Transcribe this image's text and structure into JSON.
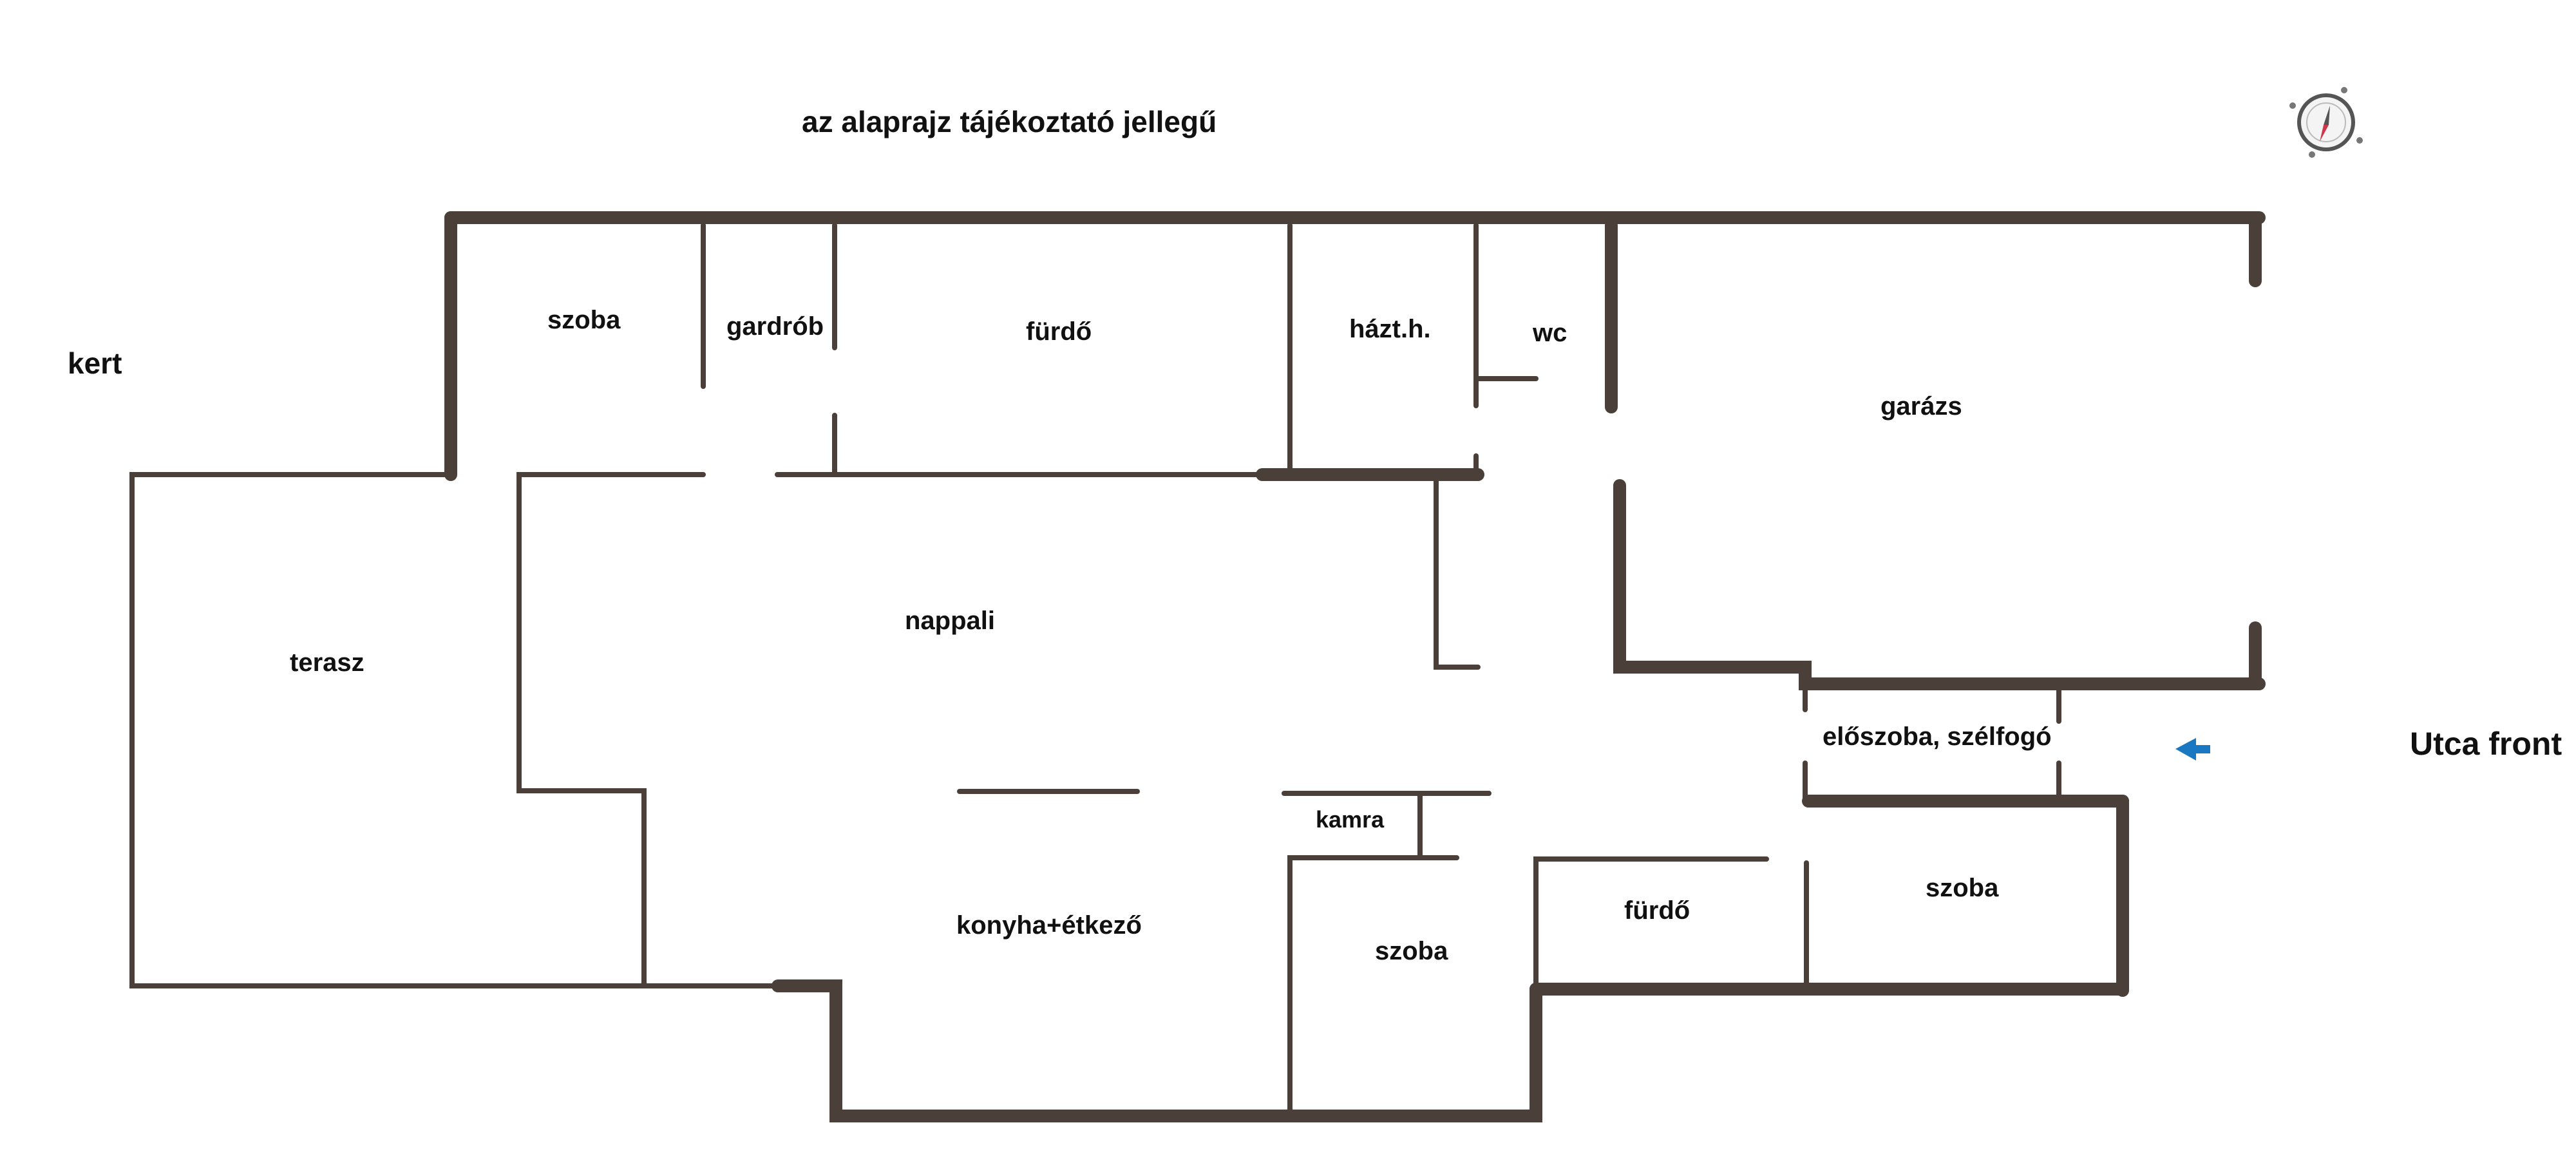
{
  "header": {
    "note": "az alaprajz tájékoztató jellegű"
  },
  "labels": {
    "garden": "kert",
    "street": "Utca front"
  },
  "rooms": {
    "bedroom_top": "szoba",
    "wardrobe": "gardrób",
    "bathroom_top": "fürdő",
    "utility": "házt.h.",
    "wc": "wc",
    "garage": "garázs",
    "living": "nappali",
    "terrace": "terasz",
    "hall": "előszoba, szélfogó",
    "pantry": "kamra",
    "kitchen": "konyha+étkező",
    "bedroom_bottom": "szoba",
    "bathroom_bottom": "fürdő",
    "bedroom_right": "szoba"
  },
  "colors": {
    "wall": "#4a3f39",
    "entrance_arrow": "#1a78c2",
    "compass_needle": "#d0364a"
  },
  "icons": {
    "compass": "compass-icon",
    "entrance": "entrance-arrow-icon"
  }
}
